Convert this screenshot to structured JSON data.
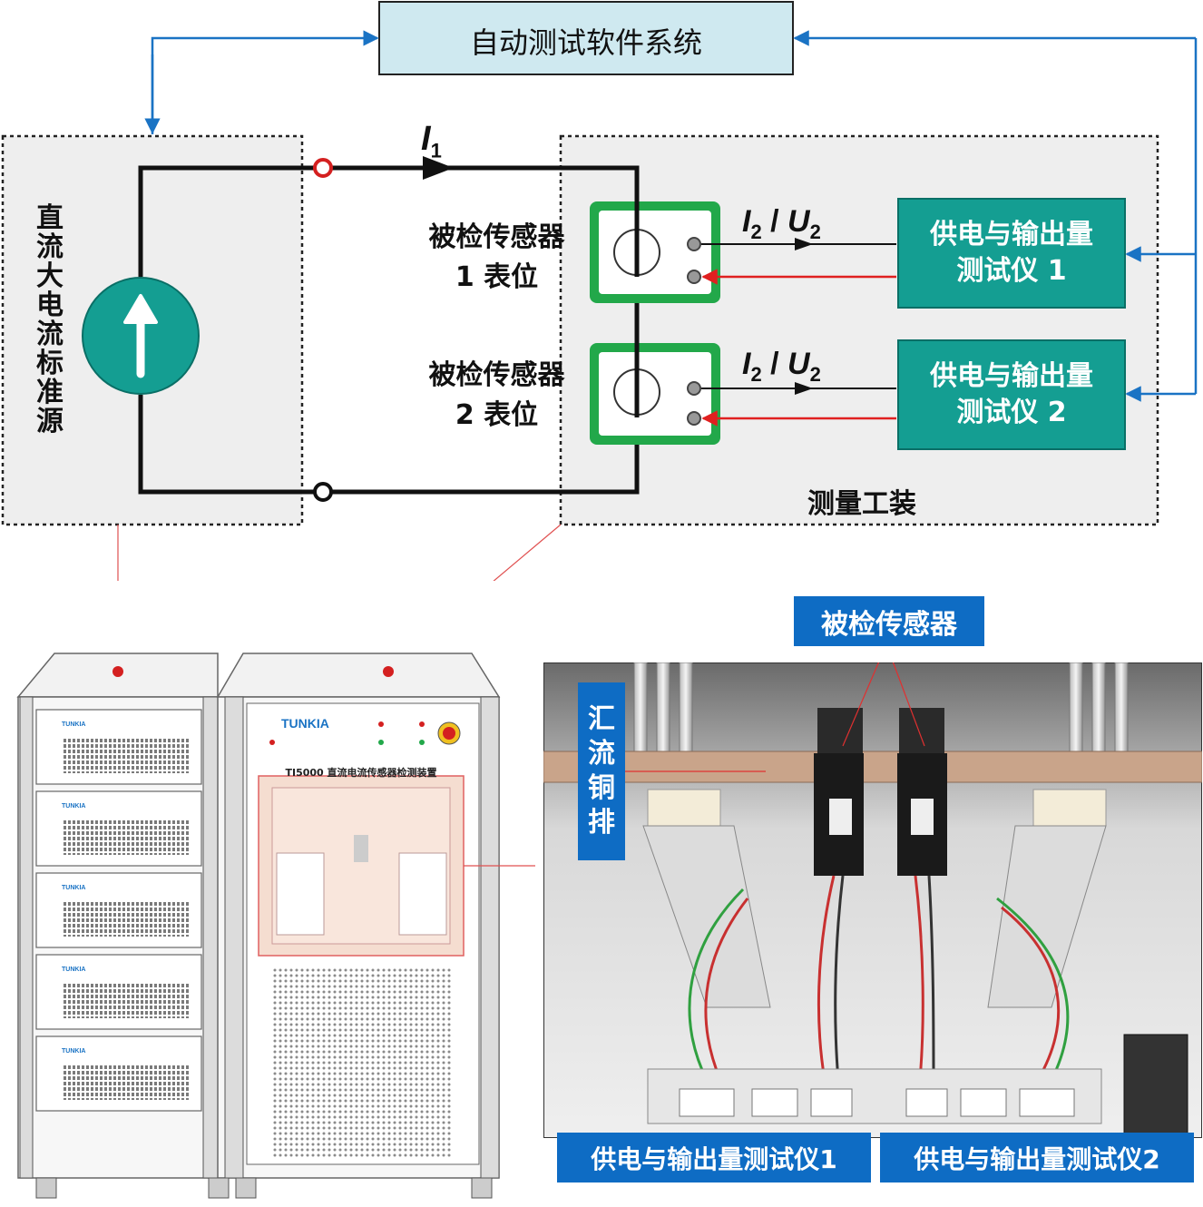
{
  "software": {
    "label": "自动测试软件系统"
  },
  "source": {
    "label": "直流大电流标准源"
  },
  "circuit": {
    "current_symbol": "I",
    "current_subscript": "1"
  },
  "sensor1": {
    "line1": "被检传感器",
    "line2": "1 表位"
  },
  "sensor2": {
    "line1": "被检传感器",
    "line2": "2 表位"
  },
  "signal1": {
    "i": "I",
    "i_sub": "2",
    "sep": " / ",
    "u": "U",
    "u_sub": "2"
  },
  "signal2": {
    "i": "I",
    "i_sub": "2",
    "sep": " / ",
    "u": "U",
    "u_sub": "2"
  },
  "tester1": {
    "line1": "供电与输出量",
    "line2": "测试仪 1"
  },
  "tester2": {
    "line1": "供电与输出量",
    "line2": "测试仪 2"
  },
  "fixture": {
    "label": "测量工装"
  },
  "cabinet": {
    "brand": "TUNKIA",
    "model_title": "TI5000 直流电流传感器检测装置"
  },
  "photo_labels": {
    "sensor": "被检传感器",
    "busbar": "汇流铜排",
    "tester1": "供电与输出量测试仪1",
    "tester2": "供电与输出量测试仪2"
  },
  "colors": {
    "teal": "#149e92",
    "green_frame": "#22a84a",
    "panel_bg": "#eeeeee",
    "software_bg": "#cfe9f0",
    "blue_arrow": "#1a73c4",
    "red_line": "#e02020",
    "tag_blue": "#0e6cc4"
  }
}
